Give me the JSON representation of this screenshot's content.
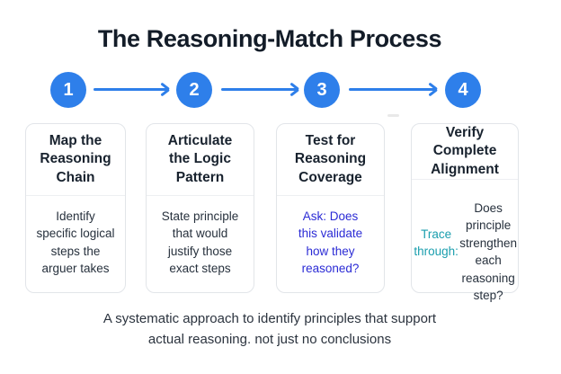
{
  "title": "The Reasoning-Match Process",
  "icons": {
    "flow_arrow": "→"
  },
  "colors": {
    "background": "#FFFFFF",
    "accent_blue": "#2E7FEA",
    "title_ink": "#131C28",
    "card_title_ink": "#18222E",
    "body_ink": "#27313D",
    "indigo": "#2B2BD5",
    "teal": "#1A9EAE",
    "card_border": "#E2E5E9",
    "divider": "#EDEFF2",
    "footer_ink": "#2B333E"
  },
  "steps": [
    {
      "number": "1",
      "title": "Map the\nReasoning\nChain",
      "body": "Identify\nspecific logical\nsteps the\narguer takes"
    },
    {
      "number": "2",
      "title": "Articulate\nthe Logic\nPattern",
      "body": "State principle\nthat would\njustify those\nexact steps"
    },
    {
      "number": "3",
      "title": "Test for\nReasoning\nCoverage",
      "body": "Ask: Does\nthis validate\nhow they\nreasoned?"
    },
    {
      "number": "4",
      "title": "Verify\nComplete\nAlignment",
      "body_lead": "Trace through:",
      "body_rest": "\nDoes principle\nstrengthen\neach reasoning\nstep?"
    }
  ],
  "footer": "A systematic approach to identify principles that support\nactual reasoning. not just no conclusions"
}
